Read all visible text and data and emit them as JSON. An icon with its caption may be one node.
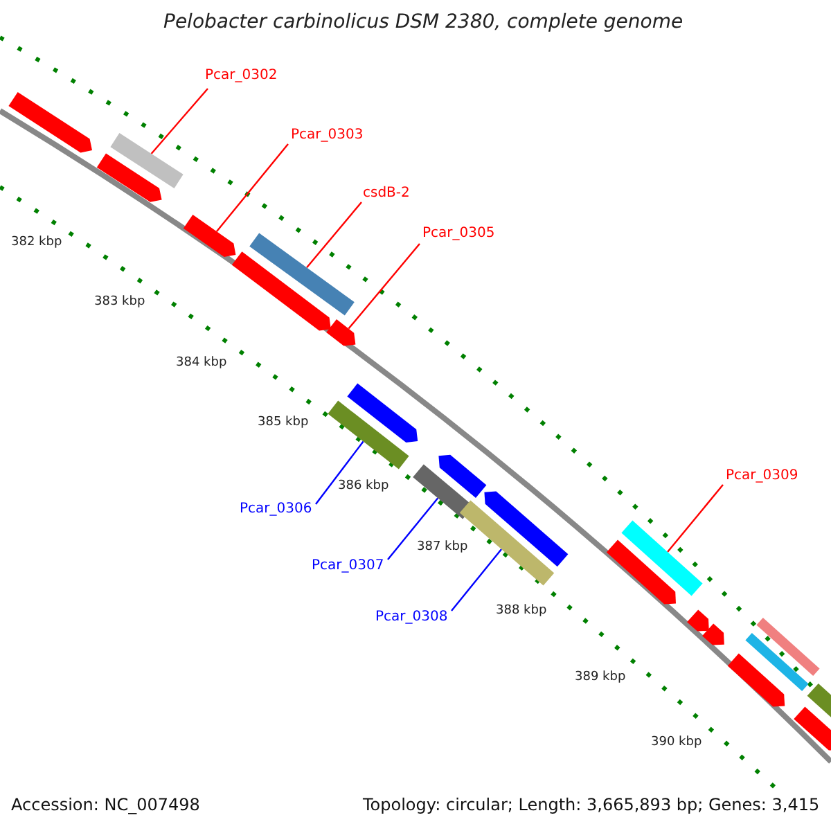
{
  "diagram": {
    "title": "Pelobacter carbinolicus DSM 2380, complete genome",
    "nodes": [
      {
        "text": [
          "Pcar_0302"
        ]
      },
      {
        "text": [
          "Pcar_0303"
        ]
      },
      {
        "text": [
          "csdB-2"
        ]
      },
      {
        "text": [
          "Pcar_0305"
        ]
      },
      {
        "text": [
          "Pcar_0306"
        ]
      },
      {
        "text": [
          "Pcar_0307"
        ]
      },
      {
        "text": [
          "Pcar_0308"
        ]
      },
      {
        "text": [
          "Pcar_0309"
        ]
      },
      {
        "text": [],
        "shape": "bar"
      },
      {
        "text": [],
        "shape": "bar"
      },
      {
        "text": [],
        "shape": "bar"
      },
      {
        "text": [],
        "shape": "bar"
      },
      {
        "text": [],
        "shape": "bar"
      },
      {
        "text": [],
        "shape": "bar"
      },
      {
        "text": [],
        "shape": "bar"
      },
      {
        "text": [],
        "shape": "bar"
      },
      {
        "text": [],
        "shape": "bar"
      },
      {
        "text": [],
        "shape": "bar"
      },
      {
        "text": [],
        "shape": "bar"
      },
      {
        "text": [],
        "shape": "bar"
      },
      {
        "text": [],
        "shape": "bar"
      },
      {
        "text": [],
        "shape": "bar"
      },
      {
        "text": [],
        "shape": "bar"
      },
      {
        "text": [],
        "shape": "bar"
      },
      {
        "text": [],
        "shape": "bar"
      },
      {
        "text": [],
        "shape": "bar"
      },
      {
        "text": [],
        "shape": "bar"
      },
      {
        "text": [],
        "shape": "bar"
      },
      {
        "text": [],
        "shape": "bar"
      },
      {
        "text": [],
        "shape": "bar"
      }
    ],
    "edges": [
      {
        "from": 0,
        "to": 10,
        "arrow": "none"
      },
      {
        "from": 1,
        "to": 11,
        "arrow": "none"
      },
      {
        "from": 2,
        "to": 13,
        "arrow": "none"
      },
      {
        "from": 3,
        "to": 14,
        "arrow": "none"
      },
      {
        "from": 4,
        "to": 15,
        "arrow": "none",
        "color": "#0000ff"
      },
      {
        "from": 5,
        "to": 17,
        "arrow": "none",
        "color": "#0000ff"
      },
      {
        "from": 6,
        "to": 19,
        "arrow": "none",
        "color": "#0000ff"
      },
      {
        "from": 7,
        "to": 22,
        "arrow": "none"
      }
    ],
    "labels": [
      "382 kbp",
      "383 kbp",
      "384 kbp",
      "385 kbp",
      "386 kbp",
      "387 kbp",
      "388 kbp",
      "389 kbp",
      "390 kbp",
      "Accession: NC_007498",
      "Topology: circular; Length: 3,665,893 bp; Genes: 3,415"
    ]
  }
}
